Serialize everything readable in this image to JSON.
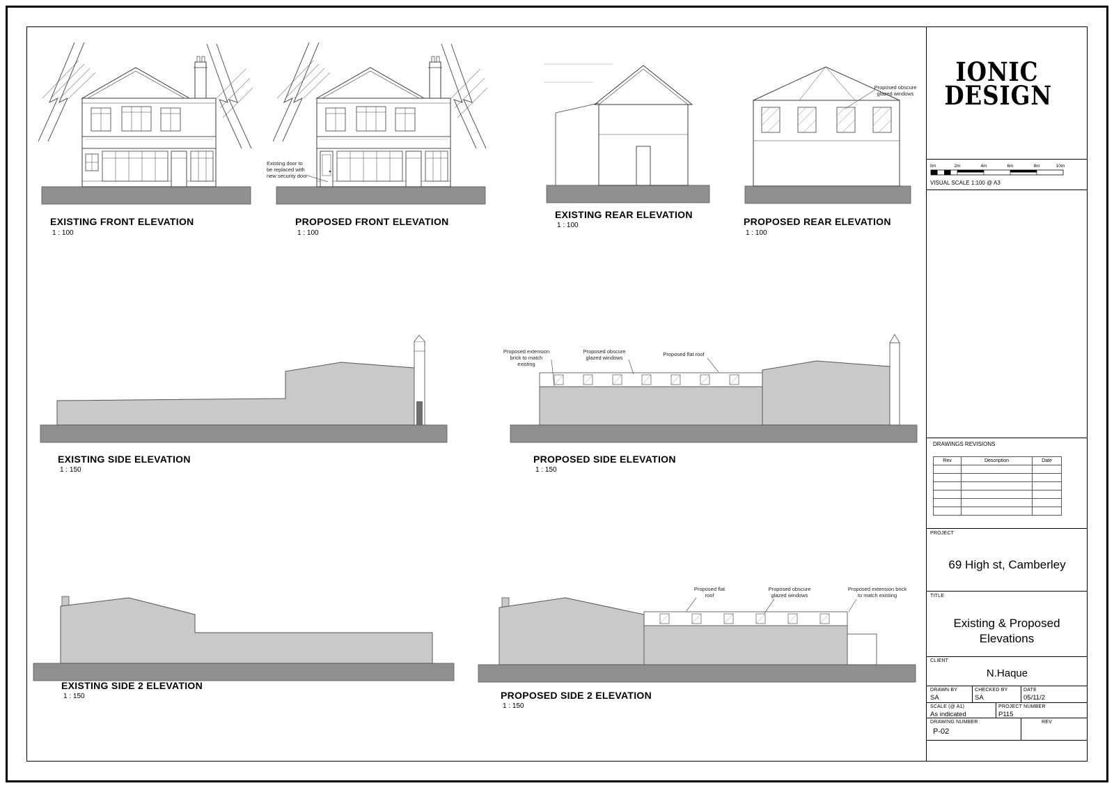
{
  "colors": {
    "ground_bar": "#8f8f8f",
    "silhouette_fill": "#c9c9c9",
    "line": "#3a3a3a",
    "frame": "#000000"
  },
  "sheet": {
    "drawings": [
      {
        "title": "EXISTING FRONT ELEVATION",
        "scale": "1 : 100"
      },
      {
        "title": "PROPOSED FRONT ELEVATION",
        "scale": "1 : 100"
      },
      {
        "title": "EXISTING REAR ELEVATION",
        "scale": "1 : 100"
      },
      {
        "title": "PROPOSED REAR ELEVATION",
        "scale": "1 : 100"
      },
      {
        "title": "EXISTING SIDE ELEVATION",
        "scale": "1 : 150"
      },
      {
        "title": "PROPOSED SIDE ELEVATION",
        "scale": "1 : 150"
      },
      {
        "title": "EXISTING SIDE 2 ELEVATION",
        "scale": "1 : 150"
      },
      {
        "title": "PROPOSED SIDE 2 ELEVATION",
        "scale": "1 : 150"
      }
    ],
    "annotations": {
      "door_replace": "Existing door to be replaced with new security door",
      "rear_obscure_windows": "Proposed obscure glazed windows",
      "side_ext_brick": "Proposed extension brick to match existing",
      "side_obscure_windows": "Proposed obscure glazed windows",
      "side_flat_roof": "Proposed flat roof",
      "side2_flat_roof": "Proposed flat roof",
      "side2_obscure_windows": "Proposed obscure glazed windows",
      "side2_ext_brick": "Proposed extension brick to match existing"
    }
  },
  "titleblock": {
    "logo_line1": "IONIC",
    "logo_line2": "DESIGN",
    "scale_ticks": [
      "0m",
      "2m",
      "4m",
      "6m",
      "8m",
      "10m"
    ],
    "visual_scale": "VISUAL SCALE 1:100  @ A3",
    "revisions_title": "DRAWINGS REVISIONS",
    "revisions_headers": [
      "Rev",
      "Description",
      "Date"
    ],
    "project_label": "PROJECT",
    "project_value": "69 High st, Camberley",
    "title_label": "TITLE",
    "title_value": "Existing & Proposed Elevations",
    "client_label": "CLIENT",
    "client_value": "N.Haque",
    "drawn_by_label": "DRAWN BY",
    "drawn_by_value": "SA",
    "checked_by_label": "CHECKED BY",
    "checked_by_value": "SA",
    "date_label": "DATE",
    "date_value": "05/11/2",
    "scale_label": "SCALE (@ A1)",
    "scale_value": "As indicated",
    "project_number_label": "PROJECT NUMBER",
    "project_number_value": "P115",
    "drawing_number_label": "DRAWING NUMBER",
    "drawing_number_value": "P-02",
    "rev_label": "REV"
  }
}
